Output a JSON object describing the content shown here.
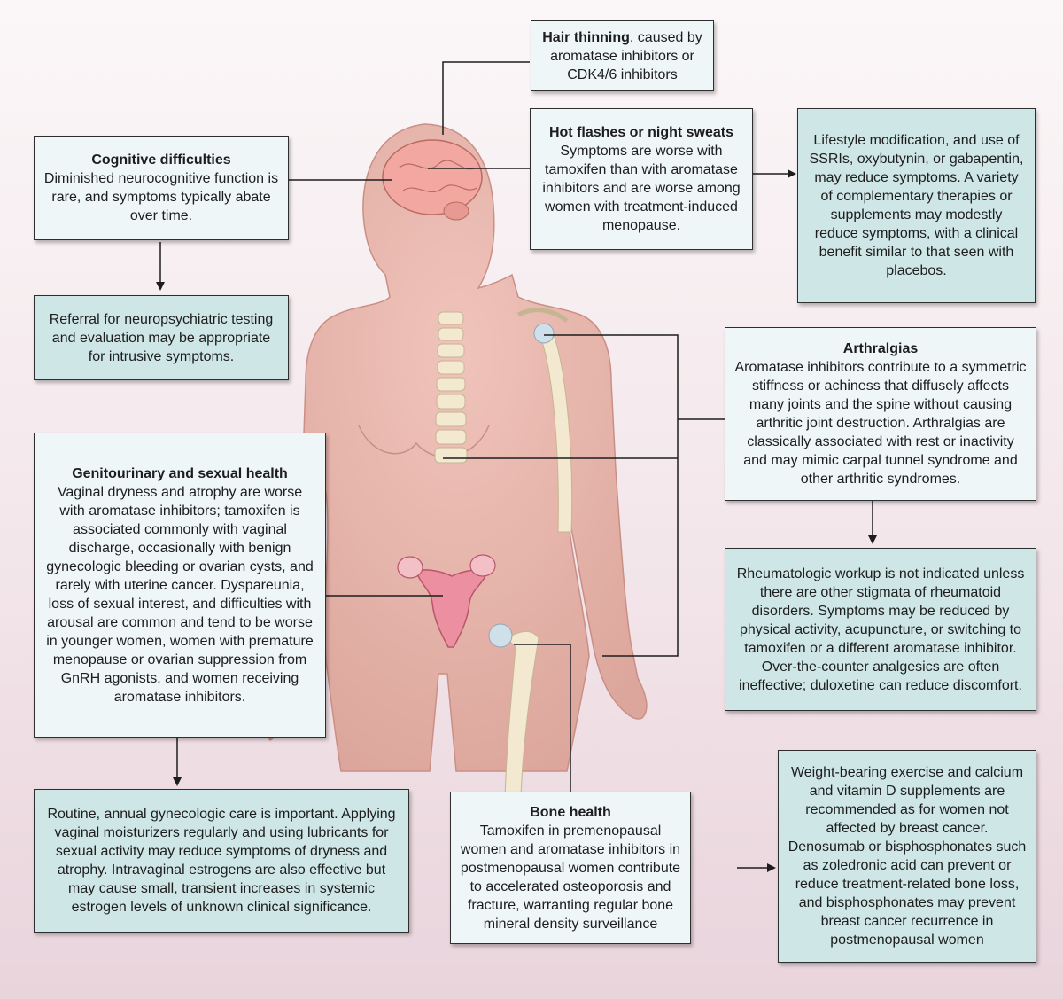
{
  "boxes": {
    "hair": {
      "title": "Hair thinning",
      "text": ", caused by aromatase inhibitors or CDK4/6 inhibitors"
    },
    "cognitive": {
      "title": "Cognitive difficulties",
      "text": "Diminished neurocognitive function is rare, and symptoms typically abate over time."
    },
    "cognitive_mgmt": {
      "text": "Referral for neuropsychiatric testing and evaluation may be appropriate for intrusive symptoms."
    },
    "hot_flashes": {
      "title": "Hot flashes or night sweats",
      "text": "Symptoms are worse with tamoxifen than with aromatase inhibitors and are worse among women with treatment-induced menopause."
    },
    "hot_flashes_mgmt": {
      "text": "Lifestyle modification, and use of SSRIs, oxybutynin, or gabapentin, may reduce symptoms. A variety of complementary therapies or supplements may modestly reduce symptoms, with a clinical benefit similar to that seen with placebos."
    },
    "arthralgias": {
      "title": "Arthralgias",
      "text": "Aromatase inhibitors contribute to a symmetric stiffness or achiness that diffusely affects many joints and the spine without causing arthritic joint destruction. Arthralgias are classically associated with rest or inactivity and may mimic carpal tunnel syndrome and other arthritic syndromes."
    },
    "arthralgias_mgmt": {
      "text": "Rheumatologic workup is not indicated unless there are other stigmata of rheumatoid disorders. Symptoms may be reduced by physical activity, acupuncture, or switching to tamoxifen or a different aromatase inhibitor. Over-the-counter analgesics are often ineffective; duloxetine can reduce discomfort."
    },
    "genitourinary": {
      "title": "Genitourinary and sexual health",
      "text": "Vaginal dryness and atrophy are worse with aromatase inhibitors; tamoxifen is associated commonly with vaginal discharge, occasionally with benign gynecologic bleeding or ovarian cysts, and rarely with uterine cancer. Dyspareunia, loss of sexual interest, and difficulties with arousal are common and tend to be worse in younger women, women with premature menopause or ovarian suppression from GnRH agonists, and women receiving aromatase inhibitors."
    },
    "genitourinary_mgmt": {
      "text": "Routine, annual gynecologic care is important. Applying vaginal moisturizers regularly and using lubricants for sexual activity may reduce symptoms of dryness and atrophy. Intravaginal estrogens are also effective but may cause small, transient increases in systemic estrogen levels of unknown clinical significance."
    },
    "bone": {
      "title": "Bone health",
      "text": "Tamoxifen in premenopausal women and aromatase inhibitors in postmenopausal women contribute to accelerated osteoporosis and fracture, warranting regular bone mineral density surveillance"
    },
    "bone_mgmt": {
      "text": "Weight-bearing exercise and calcium and vitamin D supplements are recommended as for women not affected by breast cancer. Denosumab or bisphosphonates such as zoledronic acid can prevent or reduce treatment-related bone loss, and bisphosphonates may prevent breast cancer recurrence in postmenopausal women"
    }
  },
  "colors": {
    "box_light": "#eef6f8",
    "box_teal": "#cfe6e6",
    "body": "#e8b4ab",
    "line": "#1d1d1d"
  }
}
